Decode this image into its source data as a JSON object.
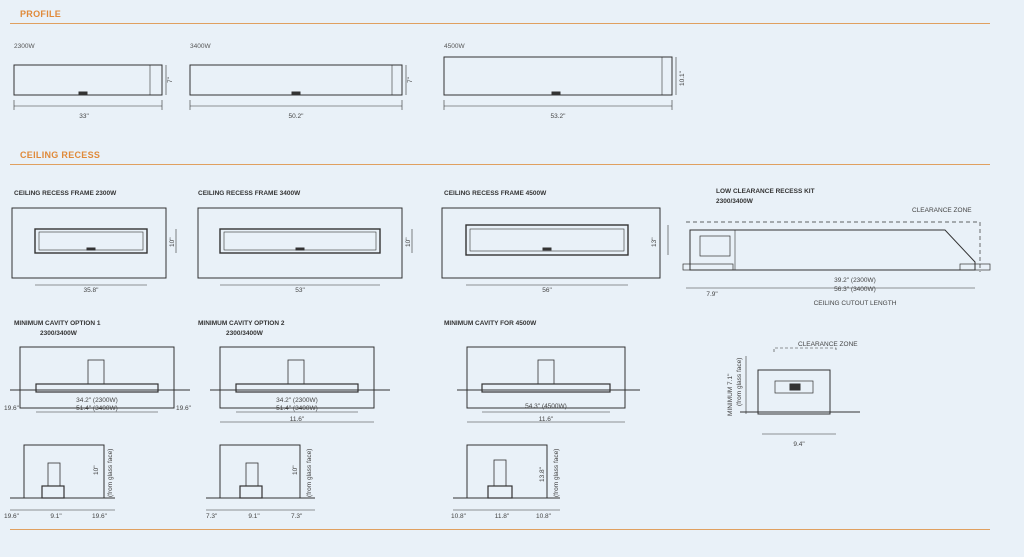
{
  "sections": {
    "profile": "PROFILE",
    "ceiling_recess": "CEILING RECESS"
  },
  "profile": {
    "items": [
      {
        "watt": "2300W",
        "width": "33\"",
        "height": "7\""
      },
      {
        "watt": "3400W",
        "width": "50.2\"",
        "height": "7\""
      },
      {
        "watt": "4500W",
        "width": "53.2\"",
        "height": "10.1\""
      }
    ]
  },
  "frames": [
    {
      "title": "CEILING RECESS FRAME 2300W",
      "width": "35.8\"",
      "height": "10\""
    },
    {
      "title": "CEILING RECESS FRAME 3400W",
      "width": "53\"",
      "height": "10\""
    },
    {
      "title": "CEILING RECESS FRAME 4500W",
      "width": "56\"",
      "height": "13\""
    }
  ],
  "low_clearance": {
    "title1": "LOW CLEARANCE RECESS KIT",
    "title2": "2300/3400W",
    "zone": "CLEARANCE ZONE",
    "dim_a": "39.2\" (2300W)",
    "dim_b": "56.3\" (3400W)",
    "offset": "7.9\"",
    "cutout": "CEILING CUTOUT LENGTH"
  },
  "cavity": [
    {
      "title1": "MINIMUM CAVITY OPTION 1",
      "title2": "2300/3400W",
      "dim_a": "34.2\" (2300W)",
      "dim_b": "51.4\" (3400W)",
      "left": "19.6\"",
      "right": "19.6\"",
      "total": ""
    },
    {
      "title1": "MINIMUM CAVITY OPTION 2",
      "title2": "2300/3400W",
      "dim_a": "34.2\" (2300W)",
      "dim_b": "51.4\" (3400W)",
      "left": "",
      "right": "",
      "total": "11.6\""
    },
    {
      "title1": "MINIMUM CAVITY FOR 4500W",
      "title2": "",
      "dim_a": "54.3\" (4500W)",
      "dim_b": "",
      "left": "",
      "right": "",
      "total": "11.6\""
    }
  ],
  "side": [
    {
      "height": "10\"",
      "note": "(from glass face)",
      "left": "19.6\"",
      "mid": "9.1\"",
      "right": "19.6\""
    },
    {
      "height": "10\"",
      "note": "(from glass face)",
      "left": "7.3\"",
      "mid": "9.1\"",
      "right": "7.3\""
    },
    {
      "height": "13.8\"",
      "note": "(from glass face)",
      "left": "10.8\"",
      "mid": "11.8\"",
      "right": "10.8\""
    }
  ],
  "min_detail": {
    "zone": "CLEARANCE ZONE",
    "min": "MINIMUM 7.1\"",
    "note": "(from glass face)",
    "width": "9.4\""
  }
}
